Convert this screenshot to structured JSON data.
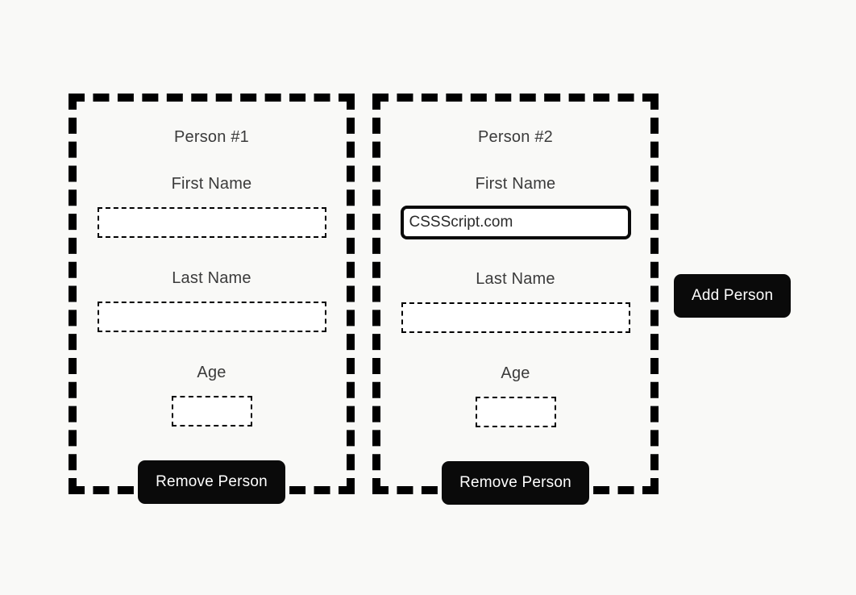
{
  "page": {
    "background_color": "#f9f9f7",
    "text_color": "#3b3b3b",
    "accent_color": "#0a0a0a"
  },
  "people": [
    {
      "title": "Person #1",
      "fields": {
        "first_name": {
          "label": "First Name",
          "value": "",
          "placeholder": "",
          "focused": false
        },
        "last_name": {
          "label": "Last Name",
          "value": "",
          "placeholder": "",
          "focused": false
        },
        "age": {
          "label": "Age",
          "value": "",
          "placeholder": "",
          "focused": false
        }
      },
      "remove_label": "Remove Person"
    },
    {
      "title": "Person #2",
      "fields": {
        "first_name": {
          "label": "First Name",
          "value": "CSSScript.com",
          "placeholder": "",
          "focused": true
        },
        "last_name": {
          "label": "Last Name",
          "value": "",
          "placeholder": "",
          "focused": false
        },
        "age": {
          "label": "Age",
          "value": "",
          "placeholder": "",
          "focused": false
        }
      },
      "remove_label": "Remove Person"
    }
  ],
  "actions": {
    "add_label": "Add Person"
  }
}
